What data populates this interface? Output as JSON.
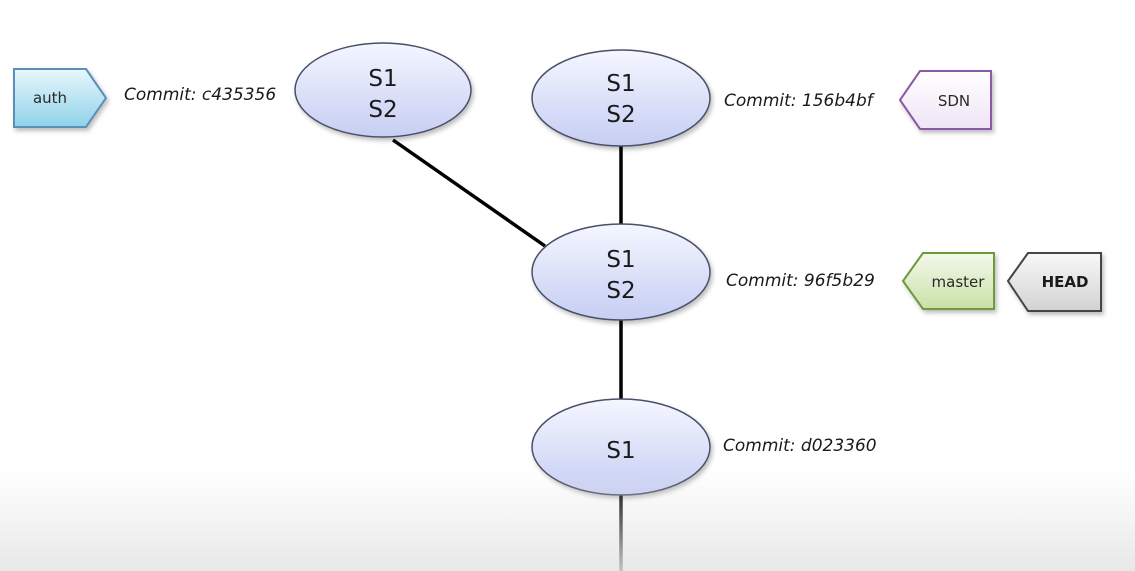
{
  "commits": [
    {
      "id": "c435356",
      "label": "Commit: c435356",
      "lines": [
        "S1",
        "S2"
      ]
    },
    {
      "id": "156b4bf",
      "label": "Commit: 156b4bf",
      "lines": [
        "S1",
        "S2"
      ]
    },
    {
      "id": "96f5b29",
      "label": "Commit: 96f5b29",
      "lines": [
        "S1",
        "S2"
      ]
    },
    {
      "id": "d023360",
      "label": "Commit: d023360",
      "lines": [
        "S1"
      ]
    }
  ],
  "refs": {
    "auth": "auth",
    "sdn": "SDN",
    "master": "master",
    "head": "HEAD"
  },
  "colors": {
    "node_fill_top": "#f2f4ff",
    "node_fill_bottom": "#c8d0f4",
    "node_stroke": "#4a5068",
    "edge": "#000000",
    "auth_fill": "#a9dff0",
    "auth_stroke": "#5b8fb8",
    "sdn_fill": "#f7f0fb",
    "sdn_stroke": "#8a5aa8",
    "master_fill": "#dcebc4",
    "master_stroke": "#6e9a3c",
    "head_fill": "#e6e6e6",
    "head_stroke": "#444444"
  }
}
